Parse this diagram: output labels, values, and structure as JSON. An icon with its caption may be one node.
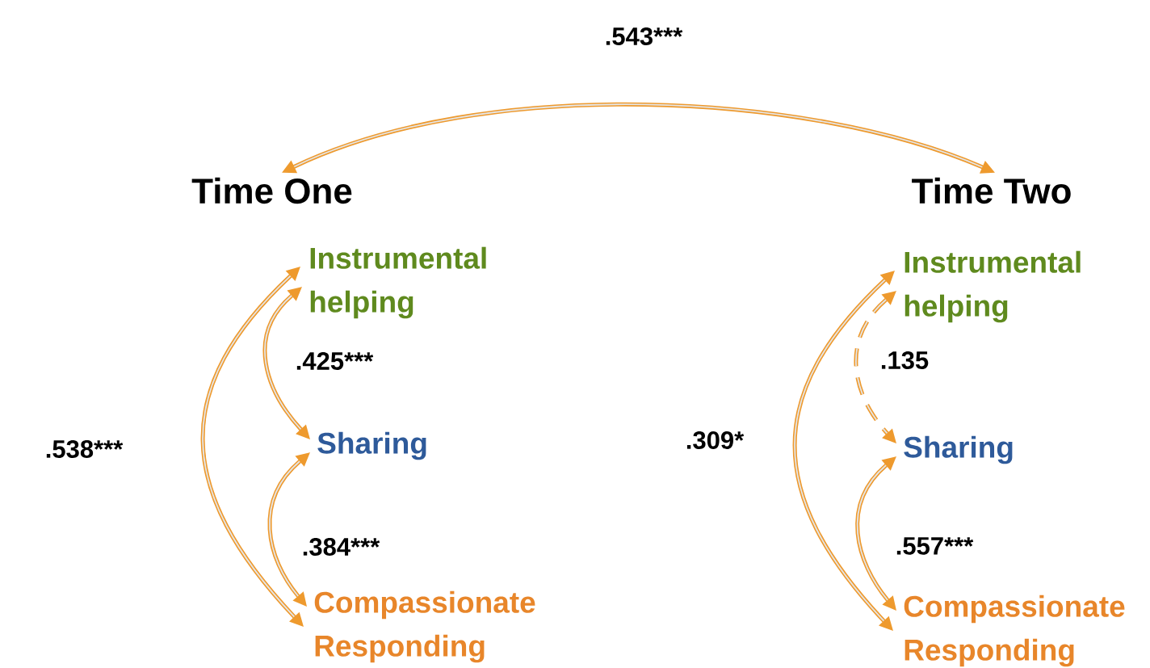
{
  "diagram": {
    "nodes": [
      {
        "text": [
          "Time One"
        ]
      },
      {
        "text": [
          "Time Two"
        ]
      },
      {
        "text": [
          "Instrumental helping"
        ]
      },
      {
        "text": [
          "Sharing"
        ]
      },
      {
        "text": [
          "Compassionate Responding"
        ]
      },
      {
        "text": [
          "Instrumental helping"
        ]
      },
      {
        "text": [
          "Sharing"
        ]
      },
      {
        "text": [
          "Compassionate Responding"
        ]
      }
    ],
    "edges": [
      {
        "from": 0,
        "to": 1,
        "arrow": "both",
        "label": ".543***"
      },
      {
        "from": 2,
        "to": 3,
        "arrow": "both",
        "label": ".425***"
      },
      {
        "from": 3,
        "to": 4,
        "arrow": "both",
        "label": ".384***"
      },
      {
        "from": 2,
        "to": 4,
        "arrow": "both",
        "label": ".538***"
      },
      {
        "from": 5,
        "to": 6,
        "arrow": "both",
        "label": ".135",
        "style": "dashed"
      },
      {
        "from": 6,
        "to": 7,
        "arrow": "both",
        "label": ".557***"
      },
      {
        "from": 5,
        "to": 7,
        "arrow": "both",
        "label": ".309*"
      }
    ]
  }
}
